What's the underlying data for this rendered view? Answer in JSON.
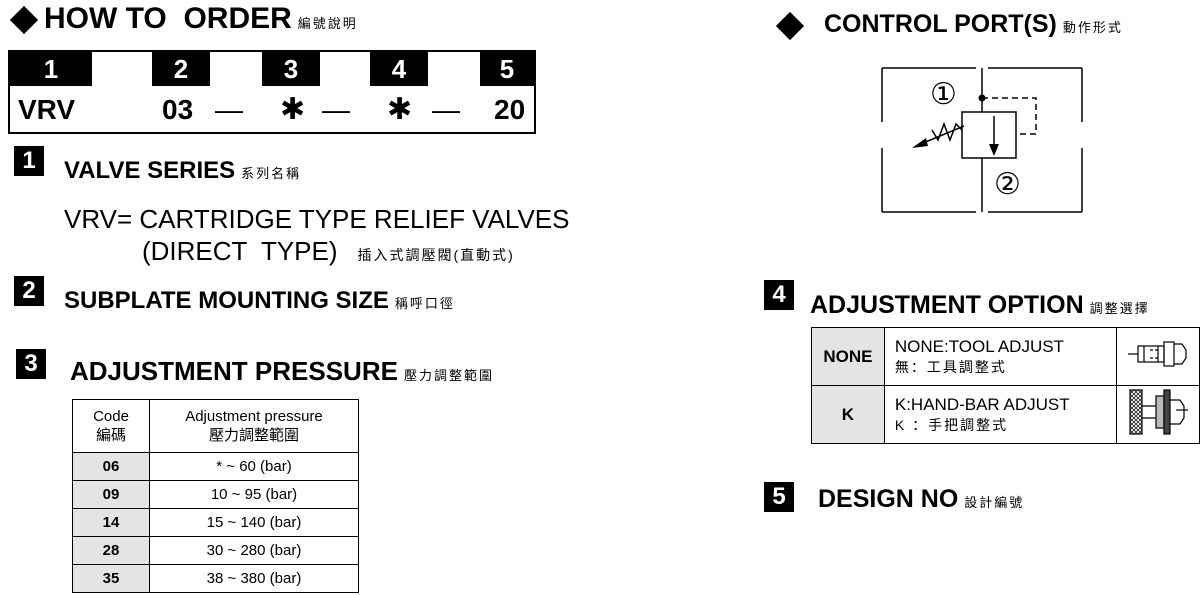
{
  "how_to_order": {
    "title": "HOW TO  ORDER",
    "title_cn": "編號說明",
    "positions": [
      "1",
      "2",
      "3",
      "4",
      "5"
    ],
    "code": {
      "series": "VRV",
      "size": "03",
      "dash1": "—",
      "pressure": "✱",
      "dash2": "—",
      "adjust": "✱",
      "dash3": "—",
      "design": "20"
    }
  },
  "section1": {
    "number": "1",
    "title": "VALVE SERIES",
    "title_cn": "系列名稱",
    "line1": "VRV= CARTRIDGE TYPE RELIEF VALVES",
    "line2": "(DIRECT  TYPE)",
    "line2_cn": "插入式調壓閥(直動式)"
  },
  "section2": {
    "number": "2",
    "title": "SUBPLATE MOUNTING SIZE",
    "title_cn": "稱呼口徑"
  },
  "section3": {
    "number": "3",
    "title": "ADJUSTMENT PRESSURE",
    "title_cn": "壓力調整範圍",
    "table": {
      "header_code": "Code",
      "header_code_cn": "編碼",
      "header_range": "Adjustment pressure",
      "header_range_cn": "壓力調整範圍",
      "rows": [
        {
          "code": "06",
          "range": "* ~ 60 (bar)"
        },
        {
          "code": "09",
          "range": "10 ~ 95 (bar)"
        },
        {
          "code": "14",
          "range": "15 ~ 140 (bar)"
        },
        {
          "code": "28",
          "range": "30 ~ 280 (bar)"
        },
        {
          "code": "35",
          "range": "38 ~ 380 (bar)"
        }
      ]
    }
  },
  "control_port": {
    "title": "CONTROL PORT(S)",
    "title_cn": "動作形式",
    "port1": "①",
    "port2": "②"
  },
  "section4": {
    "number": "4",
    "title": "ADJUSTMENT OPTION",
    "title_cn": "調整選擇",
    "options": [
      {
        "key": "NONE",
        "desc": "NONE:TOOL ADJUST",
        "desc_cn": "無：工具調整式",
        "icon": "tool-adjust-icon"
      },
      {
        "key": "K",
        "desc": "K:HAND-BAR ADJUST",
        "desc_cn": "K ：手把調整式",
        "icon": "hand-bar-adjust-icon"
      }
    ]
  },
  "section5": {
    "number": "5",
    "title": "DESIGN NO",
    "title_cn": "設計編號"
  }
}
